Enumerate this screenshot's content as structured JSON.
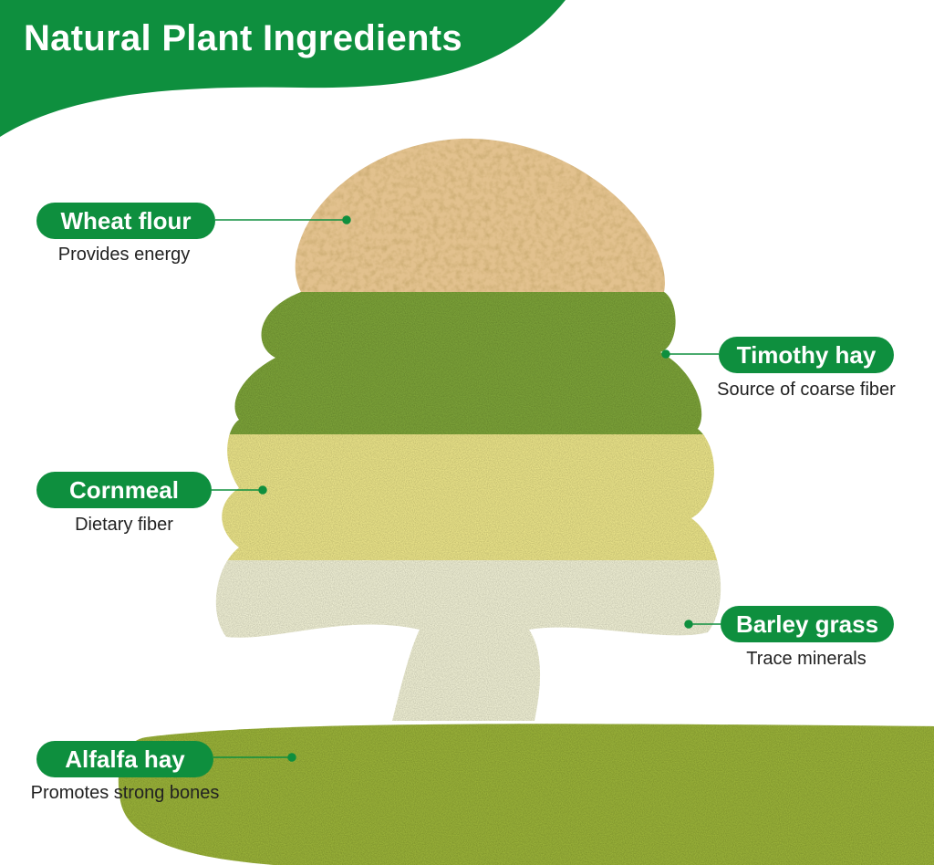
{
  "title": "Natural Plant Ingredients",
  "colors": {
    "brand_green": "#0e8f3e",
    "wheat": "#e2c18e",
    "timothy_green": "#7ea43a",
    "cornmeal_yellow": "#ece58a",
    "barley_white": "#f1f1d6",
    "alfalfa_green": "#9bb43b"
  },
  "ingredients": [
    {
      "name": "Wheat flour",
      "benefit": "Provides energy"
    },
    {
      "name": "Timothy hay",
      "benefit": "Source of coarse fiber"
    },
    {
      "name": "Cornmeal",
      "benefit": "Dietary fiber"
    },
    {
      "name": "Barley grass",
      "benefit": "Trace minerals"
    },
    {
      "name": "Alfalfa hay",
      "benefit": "Promotes strong bones"
    }
  ]
}
